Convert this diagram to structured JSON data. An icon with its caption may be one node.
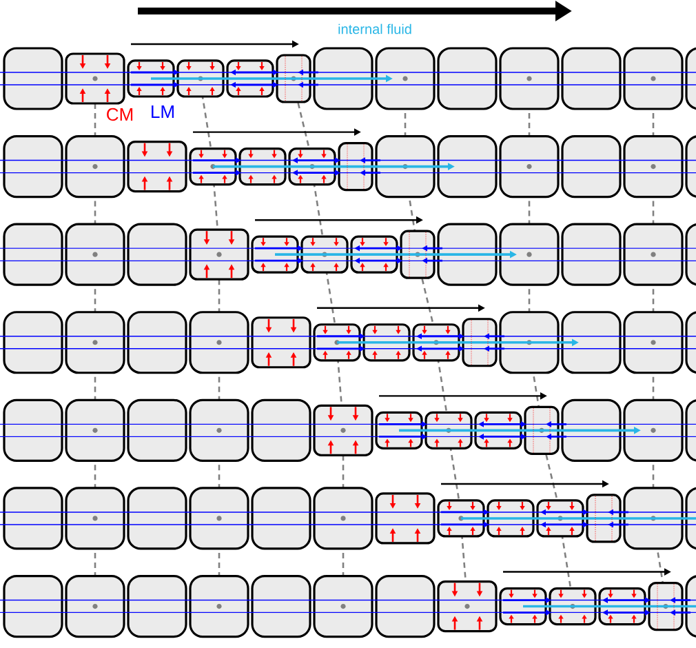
{
  "diagram": {
    "labels": [
      "internal fluid",
      "CM",
      "LM"
    ]
  }
}
